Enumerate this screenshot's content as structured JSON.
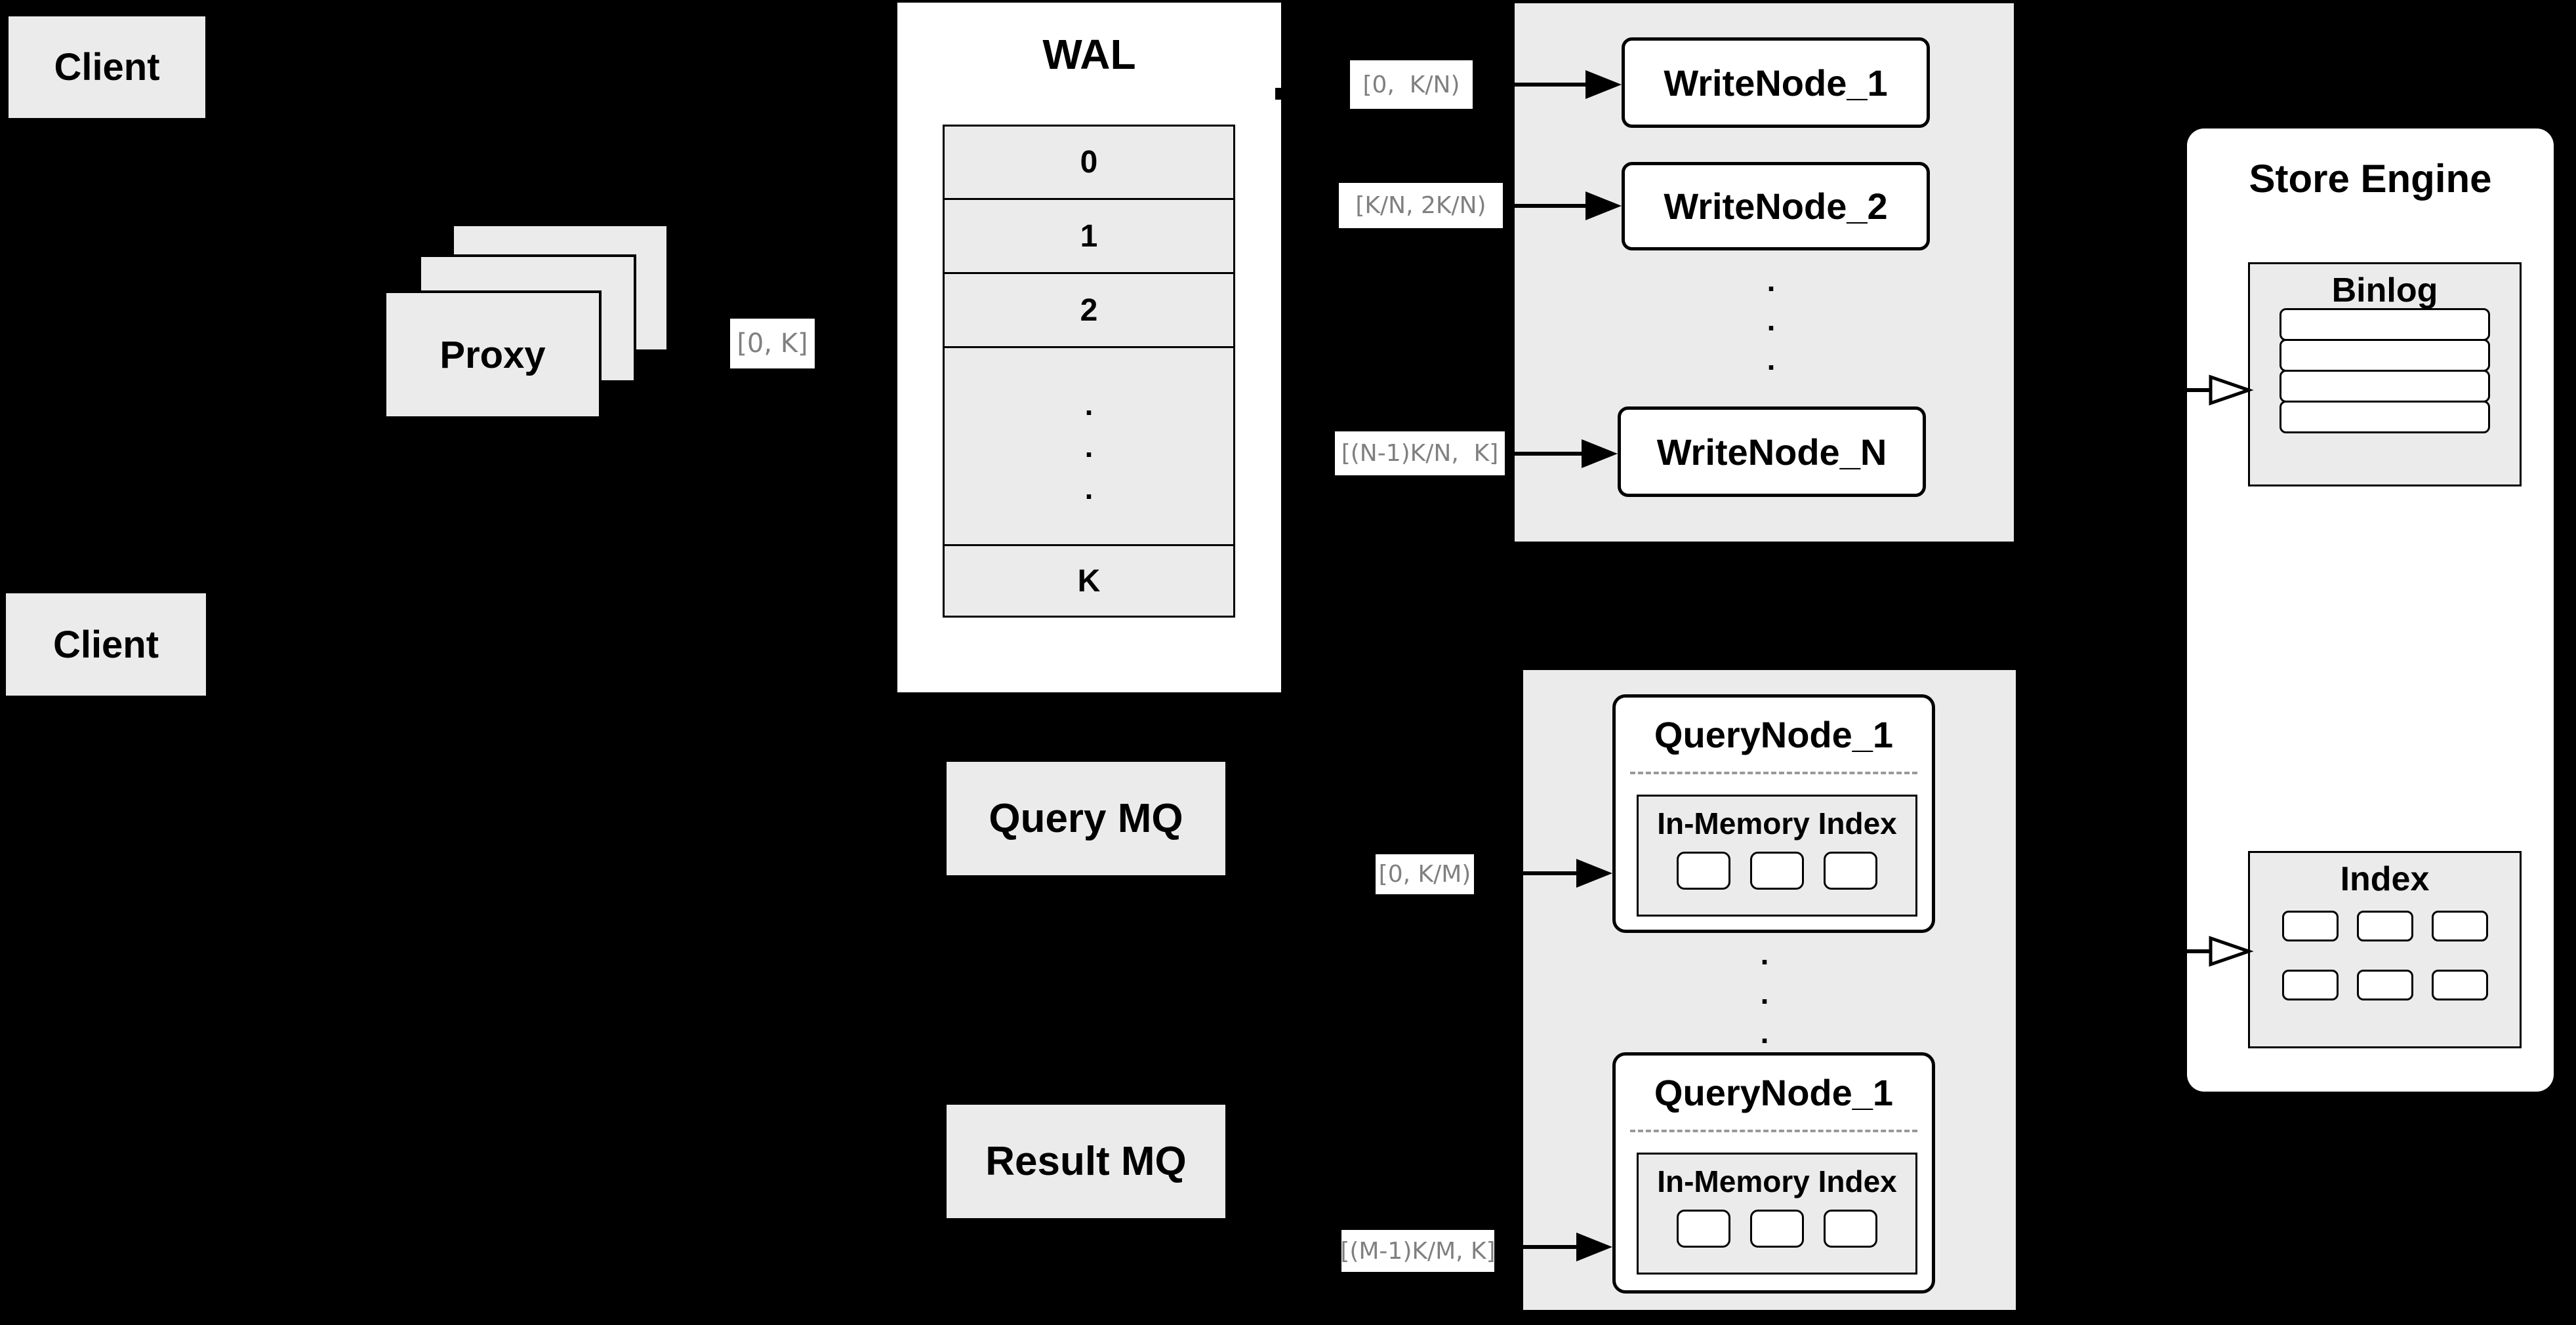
{
  "colors": {
    "background": "#000000",
    "panel_gray": "#ebebeb",
    "node_white": "#ffffff",
    "border_black": "#000000",
    "range_label_text": "#808080",
    "dash_gray": "#999999"
  },
  "clients": {
    "top": "Client",
    "bottom": "Client"
  },
  "proxy": {
    "label": "Proxy",
    "range": "[0, K]"
  },
  "wal": {
    "title": "WAL",
    "rows": [
      "0",
      "1",
      "2"
    ],
    "dots": ".\n.\n.",
    "last_row": "K"
  },
  "write_group": {
    "nodes": [
      {
        "label": "WriteNode_1",
        "range": "[0,  K/N)"
      },
      {
        "label": "WriteNode_2",
        "range": "[K/N, 2K/N)"
      },
      {
        "label": "WriteNode_N",
        "range": "[(N-1)K/N,  K]"
      }
    ],
    "dots": ".\n.\n."
  },
  "store_engine": {
    "title": "Store Engine",
    "binlog": {
      "title": "Binlog",
      "rows": 4
    },
    "index": {
      "title": "Index",
      "cells": 6
    }
  },
  "mq": {
    "query": "Query MQ",
    "result": "Result MQ"
  },
  "query_group": {
    "nodes": [
      {
        "title": "QueryNode_1",
        "inmem": "In-Memory Index",
        "range": "[0, K/M)"
      },
      {
        "title": "QueryNode_1",
        "inmem": "In-Memory Index",
        "range": "[(M-1)K/M, K]"
      }
    ],
    "dots": ".\n.\n."
  }
}
